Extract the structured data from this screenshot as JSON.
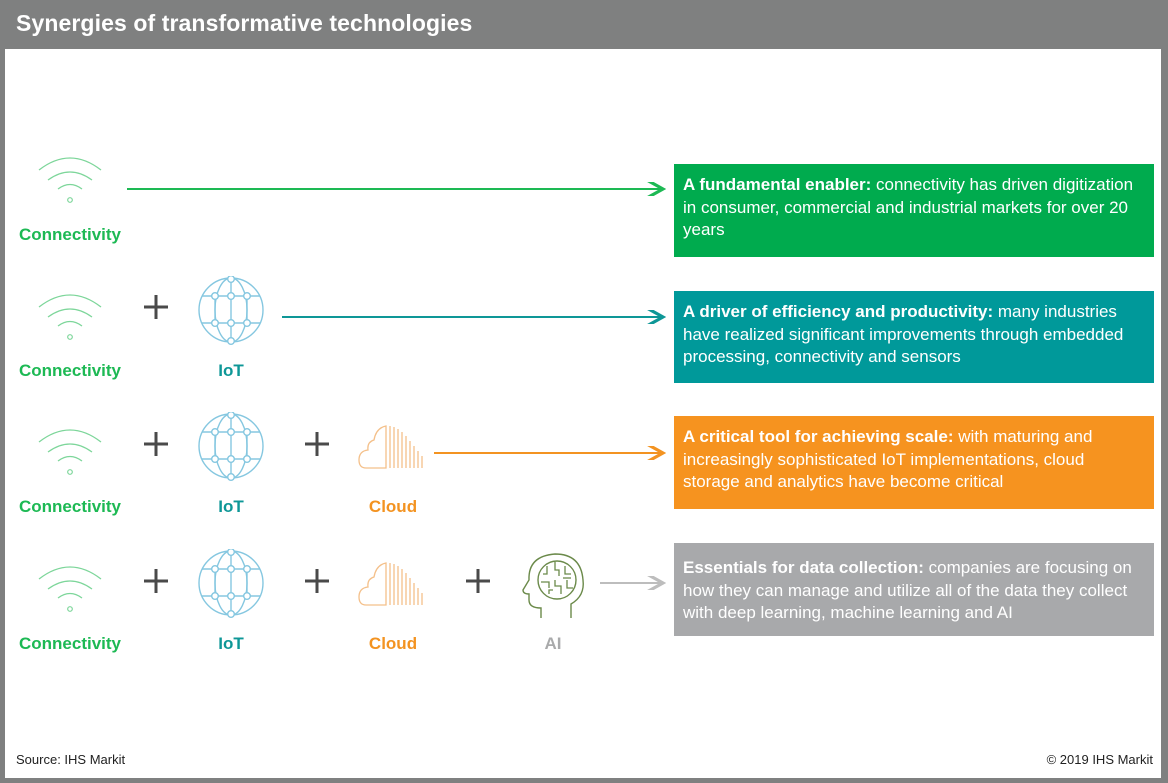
{
  "header": {
    "title": "Synergies of transformative technologies"
  },
  "colors": {
    "connectivity": "#1db954",
    "iot": "#0e9797",
    "cloud": "#f39321",
    "ai": "#a9aaab",
    "connectivity_box": "#00ab4e",
    "iot_box": "#00999a",
    "cloud_box": "#f6931f",
    "ai_box": "#a8a9ab",
    "plus": "#4a4a4a"
  },
  "rows": [
    {
      "items": [
        {
          "label": "Connectivity",
          "icon": "wifi-icon"
        }
      ],
      "box": {
        "bold": "A fundamental enabler:",
        "text": " connectivity has driven digitization in consumer, commercial and industrial markets for over 20 years"
      }
    },
    {
      "items": [
        {
          "label": "Connectivity",
          "icon": "wifi-icon"
        },
        {
          "label": "IoT",
          "icon": "globe-icon"
        }
      ],
      "box": {
        "bold": "A driver of efficiency and productivity:",
        "text": " many industries have realized significant improvements through embedded processing, connectivity and sensors"
      }
    },
    {
      "items": [
        {
          "label": "Connectivity",
          "icon": "wifi-icon"
        },
        {
          "label": "IoT",
          "icon": "globe-icon"
        },
        {
          "label": "Cloud",
          "icon": "cloud-icon"
        }
      ],
      "box": {
        "bold": "A critical tool for achieving scale:",
        "text": " with maturing and increasingly sophisticated IoT implementations, cloud storage and analytics have become critical"
      }
    },
    {
      "items": [
        {
          "label": "Connectivity",
          "icon": "wifi-icon"
        },
        {
          "label": "IoT",
          "icon": "globe-icon"
        },
        {
          "label": "Cloud",
          "icon": "cloud-icon"
        },
        {
          "label": "AI",
          "icon": "brain-head-icon"
        }
      ],
      "box": {
        "bold": "Essentials for data collection:",
        "text": " companies are focusing on how they can manage and utilize all of the data they collect with deep learning, machine learning and AI"
      }
    }
  ],
  "footer": {
    "source": "Source: IHS Markit",
    "copyright": "© 2019 IHS Markit"
  }
}
